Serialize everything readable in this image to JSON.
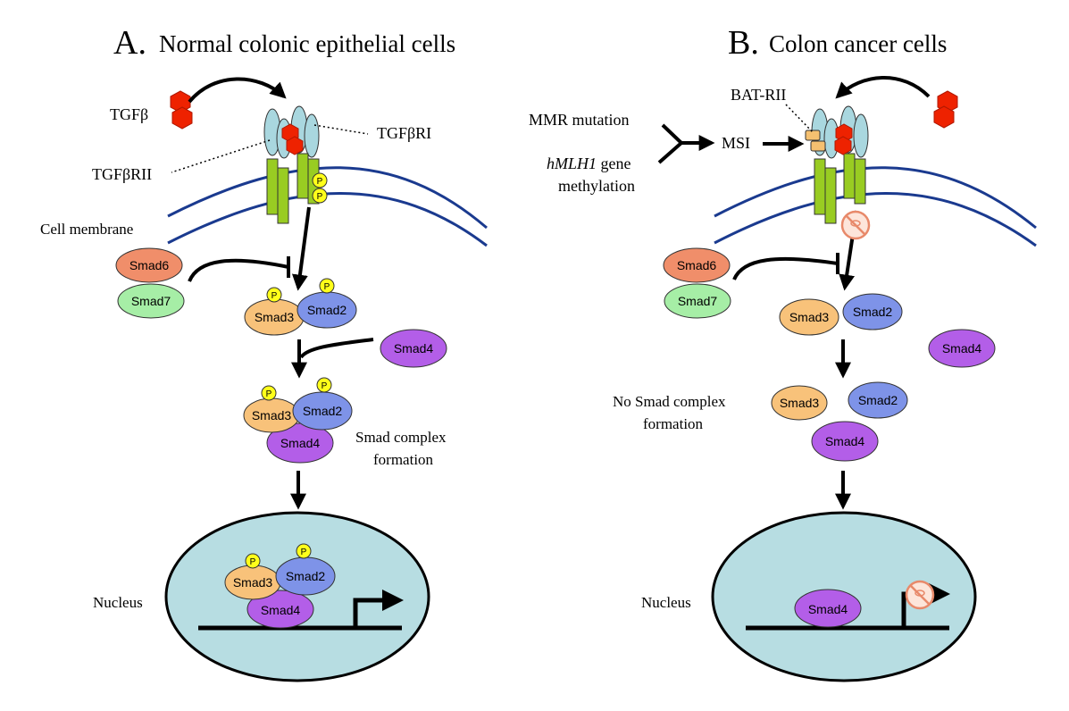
{
  "panel_a": {
    "letter": "A.",
    "title": "Normal colonic epithelial cells",
    "labels": {
      "ligand": "TGFβ",
      "receptor_1": "TGFβRI",
      "receptor_2": "TGFβRII",
      "membrane": "Cell membrane",
      "complex_line1": "Smad complex",
      "complex_line2": "formation",
      "nucleus": "Nucleus"
    }
  },
  "panel_b": {
    "letter": "B.",
    "title": "Colon cancer cells",
    "labels": {
      "bat": "BAT-RII",
      "mmr": "MMR mutation",
      "hmlh1_gene": "hMLH1",
      "hmlh1_suffix": " gene",
      "methylation": "methylation",
      "msi": "MSI",
      "no_complex_line1": "No Smad complex",
      "no_complex_line2": "formation",
      "nucleus": "Nucleus"
    }
  },
  "smads": {
    "smad2": "Smad2",
    "smad3": "Smad3",
    "smad4": "Smad4",
    "smad6": "Smad6",
    "smad7": "Smad7"
  },
  "phospho": "P",
  "colors": {
    "smad2": "#7e93e8",
    "smad3": "#f8c27a",
    "smad4": "#b35ee8",
    "smad6": "#f08e6a",
    "smad7": "#a6eea6",
    "phospho": "#ffff1a",
    "nucleus": "#b7dde2",
    "membrane": "#1a3a8f",
    "ligand": "#ee2200",
    "receptor_top": "#a9d7df",
    "receptor_stem": "#99cc22",
    "bat": "#f5c070",
    "block": "#e8896a"
  }
}
